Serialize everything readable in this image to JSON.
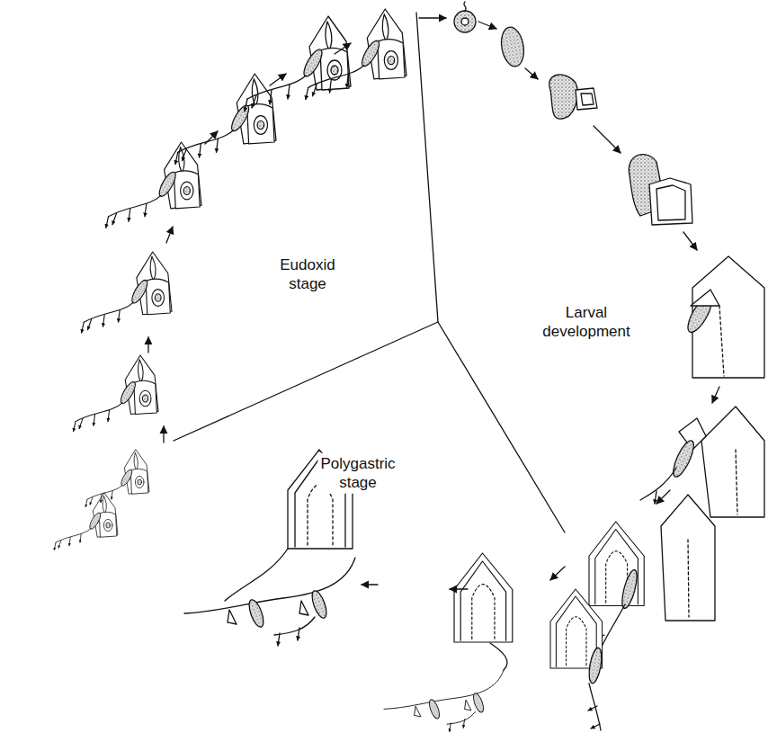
{
  "diagram": {
    "labels": [
      "Eudoxid stage",
      "Larval development",
      "Polygastric stage"
    ]
  }
}
